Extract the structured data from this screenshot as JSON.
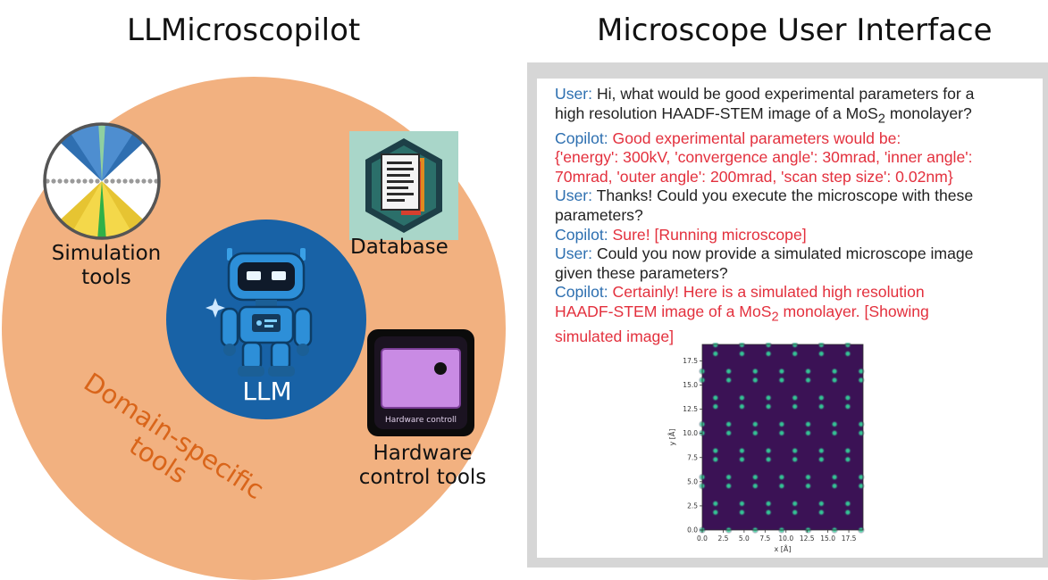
{
  "left_title": "LLMicroscopilot",
  "right_title": "Microscope User Interface",
  "llm_label": "LLM",
  "tools": {
    "simulation": [
      "Simulation",
      "tools"
    ],
    "database": "Database",
    "hardware": [
      "Hardware",
      "control tools"
    ],
    "hardware_icon_text": "Hardware controll",
    "domain_specific": [
      "Domain-specific",
      "tools"
    ]
  },
  "chat": {
    "user_speaker": "User:",
    "copilot_speaker": "Copilot:",
    "user1": {
      "l1": "Hi, what would be good experimental parameters for a",
      "l2a": "high resolution HAADF-STEM image of a MoS",
      "sub": "2",
      "l2b": " monolayer?"
    },
    "copilot1": {
      "l1": "Good experimental parameters would be:",
      "l2": "{'energy': 300kV, 'convergence angle': 30mrad, 'inner angle':",
      "l3": "70mrad, 'outer angle': 200mrad, 'scan step size': 0.02nm}"
    },
    "user2": {
      "l1": "Thanks! Could you execute the microscope with these",
      "l2": "parameters?"
    },
    "copilot2": "Sure! [Running microscope]",
    "user3": {
      "l1": "Could you now provide a simulated microscope image",
      "l2": "given these parameters?"
    },
    "copilot3": {
      "l1": "Certainly! Here is a simulated high resolution",
      "l2a": "HAADF-STEM image of a MoS",
      "sub": "2",
      "l2b": " monolayer. [Showing",
      "l3": "simulated image]"
    }
  },
  "chart_data": {
    "type": "heatmap",
    "xlabel": "x [Å]",
    "ylabel": "y [Å]",
    "xlim": [
      0,
      19.2
    ],
    "ylim": [
      0,
      19.2
    ],
    "xticks": [
      "0.0",
      "2.5",
      "5.0",
      "7.5",
      "10.0",
      "12.5",
      "15.0",
      "17.5"
    ],
    "yticks": [
      "0.0",
      "2.5",
      "5.0",
      "7.5",
      "10.0",
      "12.5",
      "15.0",
      "17.5"
    ],
    "background_color": "#3b1255",
    "atom_color": "#34d29a",
    "lattice": {
      "a": 3.16,
      "basis": [
        [
          0,
          0
        ],
        [
          1.58,
          0.912
        ]
      ]
    }
  }
}
